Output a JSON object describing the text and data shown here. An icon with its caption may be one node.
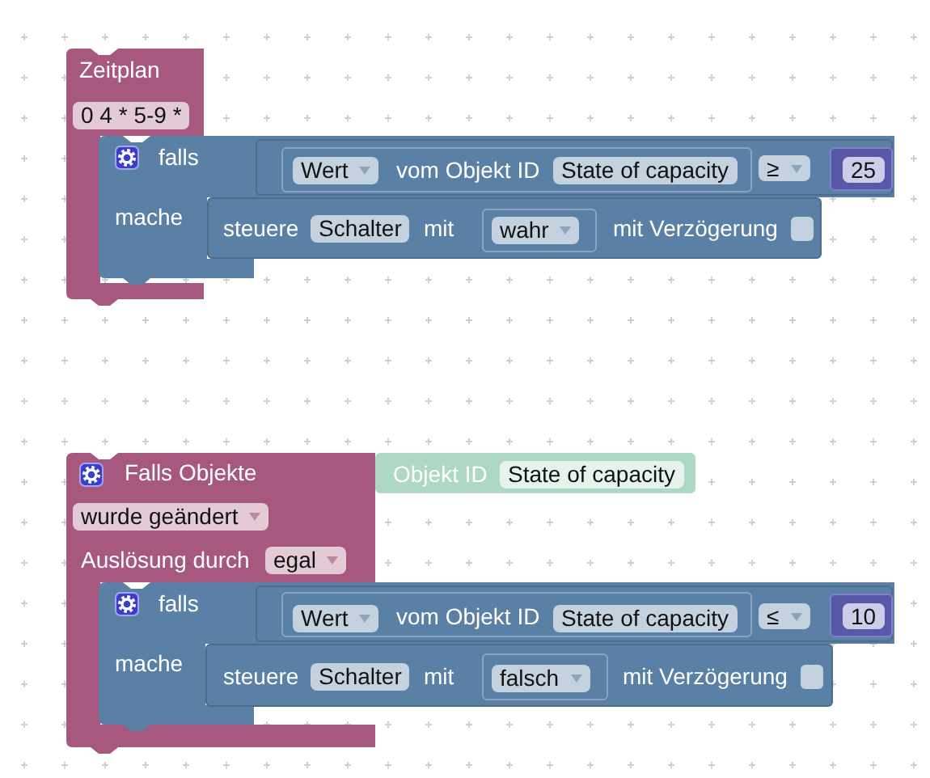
{
  "diagram": {
    "nodes": [
      {
        "text": [
          "Zeitplan",
          "0 4 * 5-9 *"
        ]
      },
      {
        "text": [
          "falls",
          "mache"
        ]
      },
      {
        "text": [
          "≥"
        ],
        "in": 1
      },
      {
        "text": [
          "Wert",
          "vom Objekt ID",
          "State of capacity"
        ],
        "in": 2
      },
      {
        "text": [
          "25"
        ],
        "in": 2
      },
      {
        "text": [
          "steuere",
          "Schalter",
          "mit",
          "mit Verzögerung"
        ],
        "in": 1
      },
      {
        "text": [
          "wahr"
        ],
        "in": 5
      },
      {
        "text": [
          "Falls Objekte",
          "wurde geändert",
          "Auslösung durch",
          "egal"
        ]
      },
      {
        "text": [
          "Objekt ID",
          "State of capacity"
        ]
      },
      {
        "text": [
          "falls",
          "mache"
        ]
      },
      {
        "text": [
          "≤"
        ],
        "in": 9
      },
      {
        "text": [
          "Wert",
          "vom Objekt ID",
          "State of capacity"
        ],
        "in": 10
      },
      {
        "text": [
          "10"
        ],
        "in": 10
      },
      {
        "text": [
          "steuere",
          "Schalter",
          "mit",
          "mit Verzögerung"
        ],
        "in": 9
      },
      {
        "text": [
          "falsch"
        ],
        "in": 13
      }
    ]
  }
}
